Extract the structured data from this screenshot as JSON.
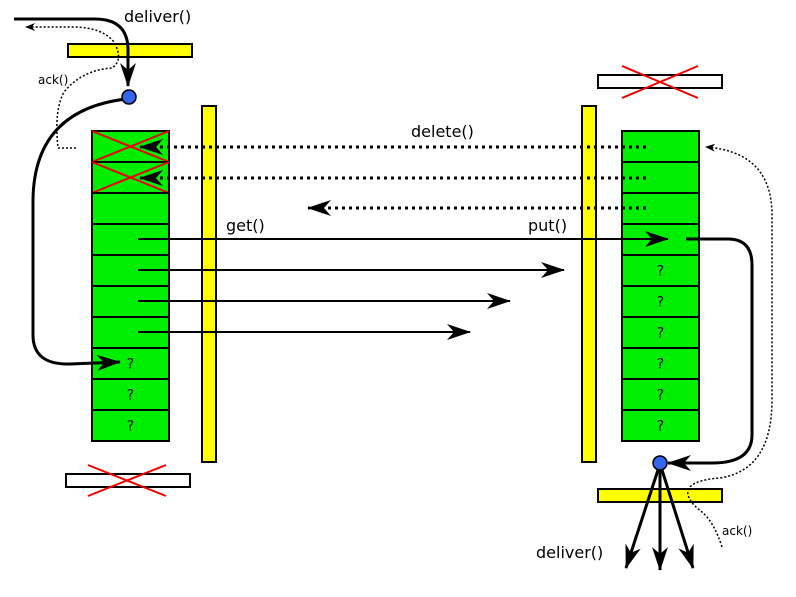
{
  "labels": {
    "deliver_top": "deliver()",
    "ack_left": "ack()",
    "delete": "delete()",
    "get": "get()",
    "put": "put()",
    "deliver_bottom": "deliver()",
    "ack_right": "ack()"
  },
  "unknown_marker": "?",
  "left_buffer": {
    "slots": 10,
    "deleted_slots": [
      0,
      1
    ],
    "unknown_slots": [
      7,
      8,
      9
    ]
  },
  "right_buffer": {
    "slots": 10,
    "deleted_slots": [],
    "unknown_slots": [
      4,
      5,
      6,
      7,
      8,
      9
    ]
  },
  "colors": {
    "slot_fill": "#00ee00",
    "bar_fill": "#ffff00",
    "cross": "#ee0000",
    "node": "#3366ee",
    "stroke": "#000000"
  }
}
